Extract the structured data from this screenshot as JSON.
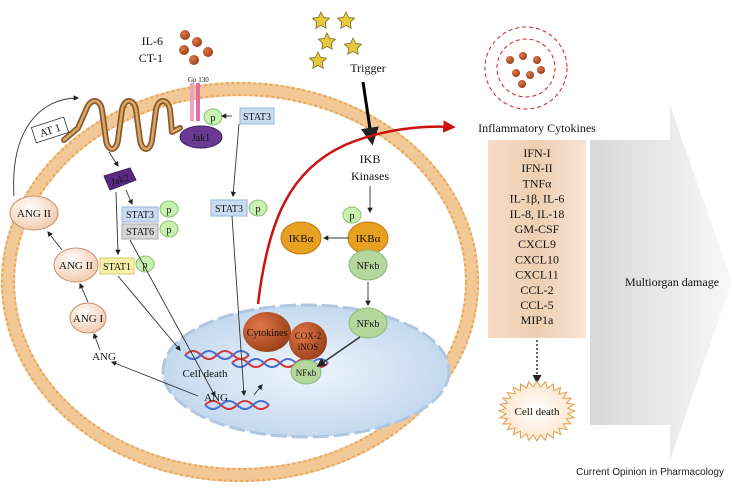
{
  "cell": {
    "receptor_at1": "AT 1",
    "jak2": "Jak2",
    "il6": "IL-6",
    "ct1": "CT-1",
    "gp130": "Gp 130",
    "jak1": "Jak1",
    "p": "p",
    "stat3": "STAT3",
    "stat6": "STAT6",
    "stat1": "STAT1",
    "ang_ii": "ANG II",
    "ang_i": "ANG I",
    "ang": "ANG",
    "cell_death_inside": "Cell death",
    "cytokines_nuc": "Cytokines",
    "cox2": "COX-2",
    "inos": "iNOS",
    "nfkb": "NFκb",
    "ikba": "IKBα",
    "ikb_kinases_1": "IKB",
    "ikb_kinases_2": "Kinases",
    "trigger": "Trigger"
  },
  "panel": {
    "title": "Inflammatory Cytokines",
    "cytokines": [
      "IFN-I",
      "IFN-II",
      "TNFα",
      "IL-1β, IL-6",
      "IL-8, IL-18",
      "GM-CSF",
      "CXCL9",
      "CXCL10",
      "CXCL11",
      "CCL-2",
      "CCL-5",
      "MIP1a"
    ],
    "outcome": "Multiorgan damage",
    "cell_death": "Cell death"
  },
  "credit": "Current Opinion in Pharmacology",
  "colors": {
    "membrane": "#e8a85c",
    "nucleus": "#d6e6f5",
    "red_arrow": "#cc1111",
    "jak": "#5a2a82",
    "stat_blue": "#c9dcf2",
    "p_green": "#c8f0b0",
    "ikb_orange": "#e8a020",
    "nfkb_green": "#b5d69c",
    "cytokine_brown": "#b5512a"
  }
}
